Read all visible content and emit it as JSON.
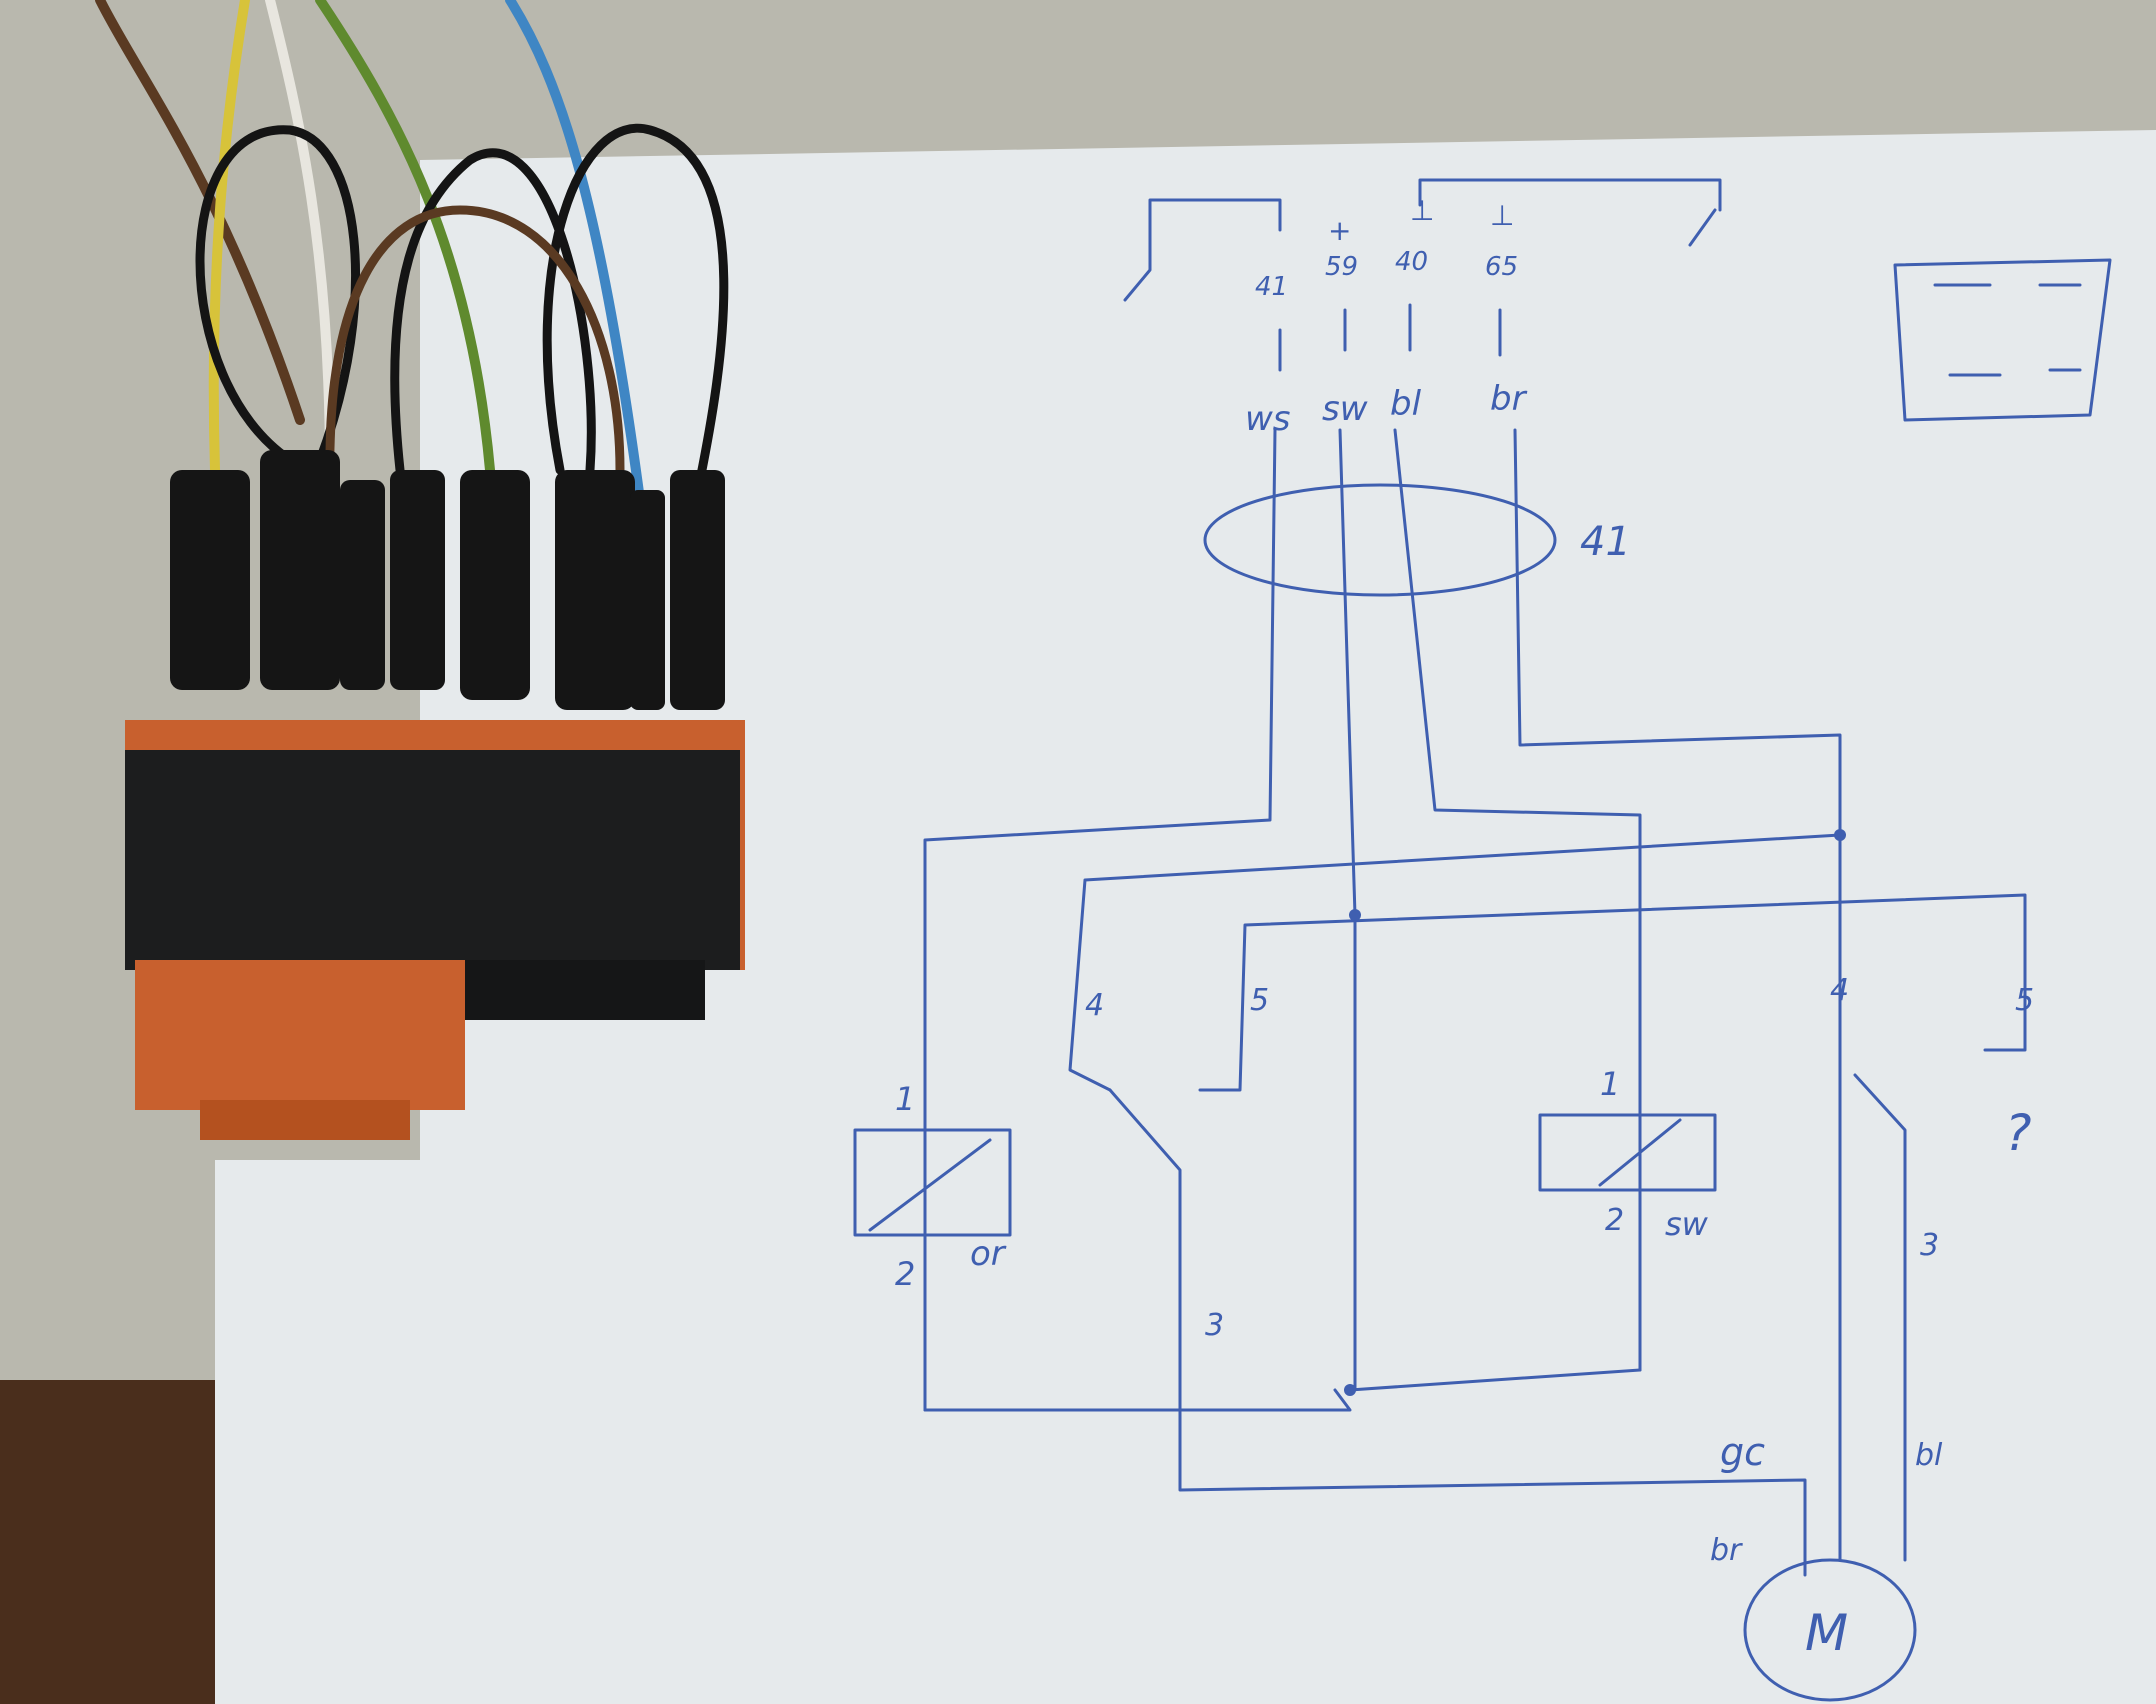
{
  "photo": {
    "subject": "hand-drawn relay wiring diagram on paper next to relay connector block with wires",
    "colors": {
      "carpet": "#b9b8ae",
      "table_wood": "#4a2e1c",
      "paper": "#e6eaec",
      "ink": "#3f5fb0",
      "relay_orange": "#c8602e",
      "tape_black": "#1c1d1e"
    }
  },
  "diagram": {
    "top_terminals": [
      {
        "number": "41",
        "wire": "ws"
      },
      {
        "number": "59",
        "wire": "sw"
      },
      {
        "number": "40",
        "wire": "bl"
      },
      {
        "number": "65",
        "wire": "br"
      }
    ],
    "symbols_top": [
      "+",
      "⊥",
      "⊥"
    ],
    "bundle_label": "41",
    "relay_left": {
      "pin_top": "1",
      "pin_bottom": "2",
      "wire": "or",
      "contact_a": "4",
      "contact_b": "5"
    },
    "relay_right": {
      "pin_top": "1",
      "pin_bottom": "2",
      "wire": "sw",
      "contact_a": "4",
      "contact_b": "5"
    },
    "switch_labels": [
      "3",
      "3"
    ],
    "motor_label": "M",
    "motor_wire_labels": [
      "gc",
      "br",
      "bl"
    ],
    "question_mark": "?"
  }
}
